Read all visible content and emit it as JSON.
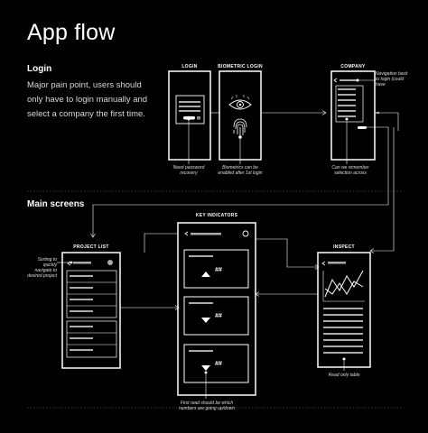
{
  "title": "App flow",
  "login_section": {
    "heading": "Login",
    "description": "Major pain point, users should only have to login manually and select a company the first time."
  },
  "main_section": {
    "heading": "Main screens"
  },
  "screens": {
    "login": "LOGIN",
    "biometric": "BIOMETRIC LOGIN",
    "company": "COMPANY",
    "key_indicators": "KEY INDICATORS",
    "project_list": "PROJECT LIST",
    "inspect": "INSPECT"
  },
  "notes": {
    "password": "Need password recovery",
    "biometrics": "Biometrics can be enabled after 1st login",
    "remember": "Can we remember selection across",
    "navigation": "Navigation back to login (could have",
    "sorting": "Sorting to quickly navigate to desired project",
    "first_read": "First read should be which numbers are going up/down",
    "read_only": "Read only table"
  },
  "kpi_label": "##",
  "colors": {
    "background": "#000000",
    "foreground": "#ffffff"
  }
}
